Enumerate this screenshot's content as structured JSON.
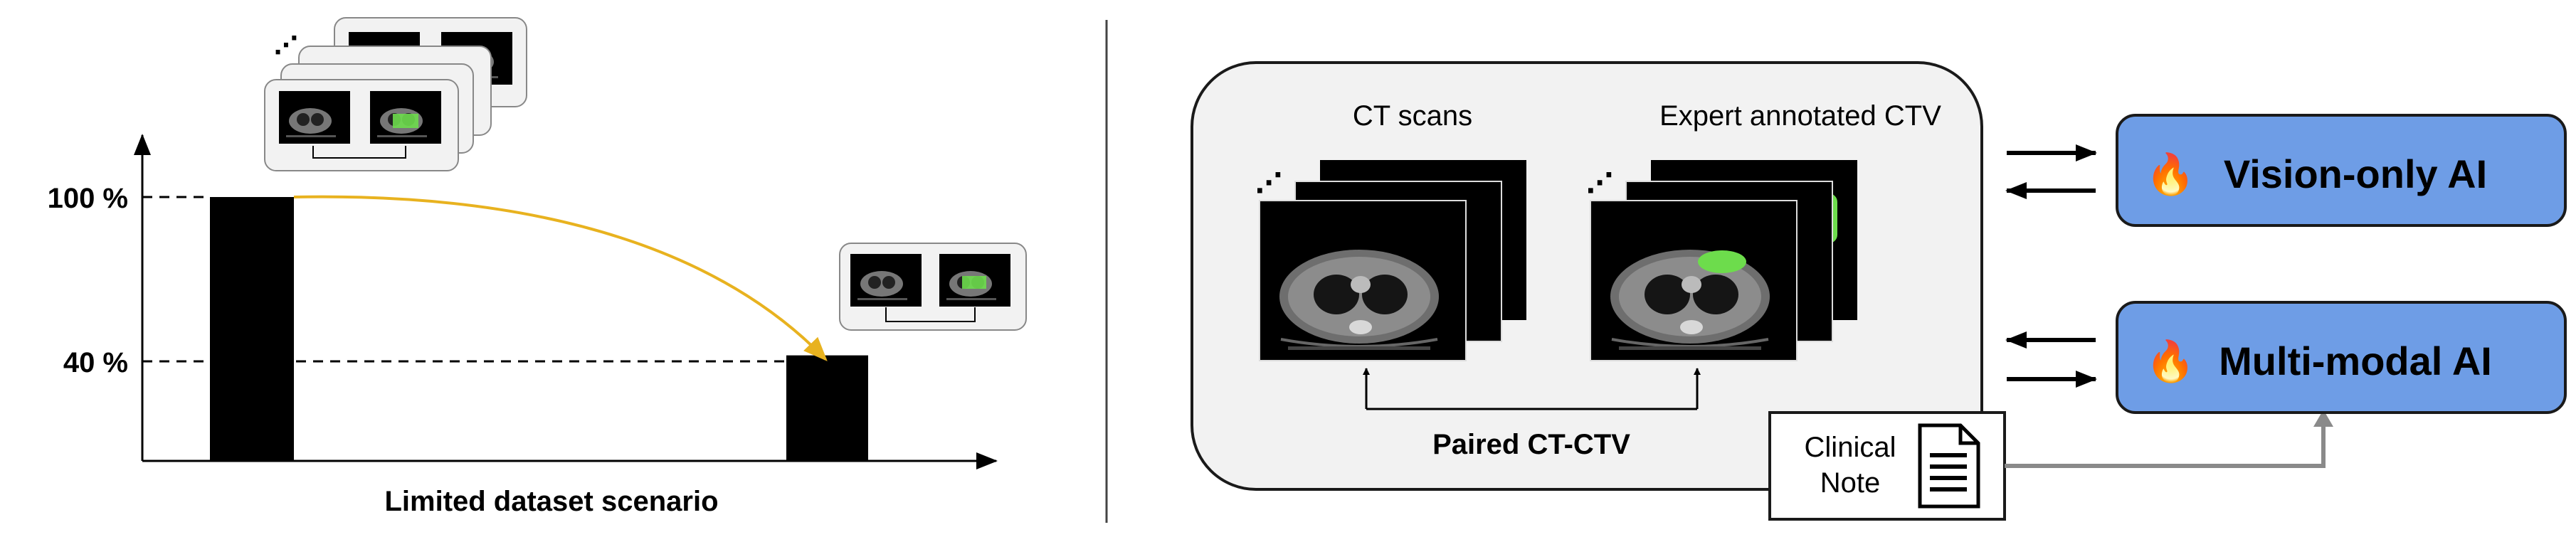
{
  "left_panel": {
    "caption": "Limited dataset scenario",
    "ticks": {
      "high": "100 %",
      "low": "40 %"
    },
    "bar_values": [
      100,
      40
    ]
  },
  "right_panel": {
    "ct_scans_label": "CT scans",
    "expert_label": "Expert annotated CTV",
    "paired_label": "Paired CT-CTV",
    "clinical_note_label": [
      "Clinical",
      "Note"
    ],
    "models": [
      {
        "label": "Vision-only AI",
        "icon": "fire-icon"
      },
      {
        "label": "Multi-modal AI",
        "icon": "fire-icon"
      }
    ]
  },
  "colors": {
    "model_box_fill": "#6e9de6",
    "arrow_curve": "#e8b21f",
    "mask_green": "#6ddc4c",
    "panel_fill": "#f2f2f2"
  }
}
